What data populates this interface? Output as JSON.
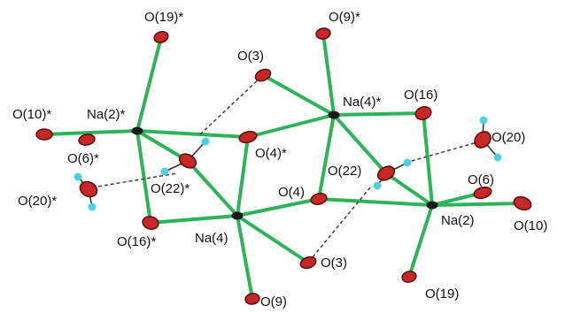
{
  "colors": {
    "bond": "#2fb35a",
    "hbond": "#333333",
    "oxygen": "#c62828",
    "oxygen_dark": "#5a0c0c",
    "sodium": "#1a1a1a",
    "hydrogen": "#4fd0df"
  },
  "labels": {
    "O19s": "O(19)*",
    "O9s": "O(9)*",
    "O3a": "O(3)",
    "O10s": "O(10)*",
    "Na2s": "Na(2)*",
    "Na4s": "Na(4)*",
    "O16": "O(16)",
    "O20": "O(20)",
    "O6s": "O(6)*",
    "O4s": "O(4)*",
    "O22": "O(22)",
    "O6": "O(6)",
    "O20s": "O(20)*",
    "O22s": "O(22)*",
    "O4": "O(4)",
    "O16s": "O(16)*",
    "Na4": "Na(4)",
    "Na2": "Na(2)",
    "O10": "O(10)",
    "O3b": "O(3)",
    "O19": "O(19)",
    "O9": "O(9)"
  }
}
